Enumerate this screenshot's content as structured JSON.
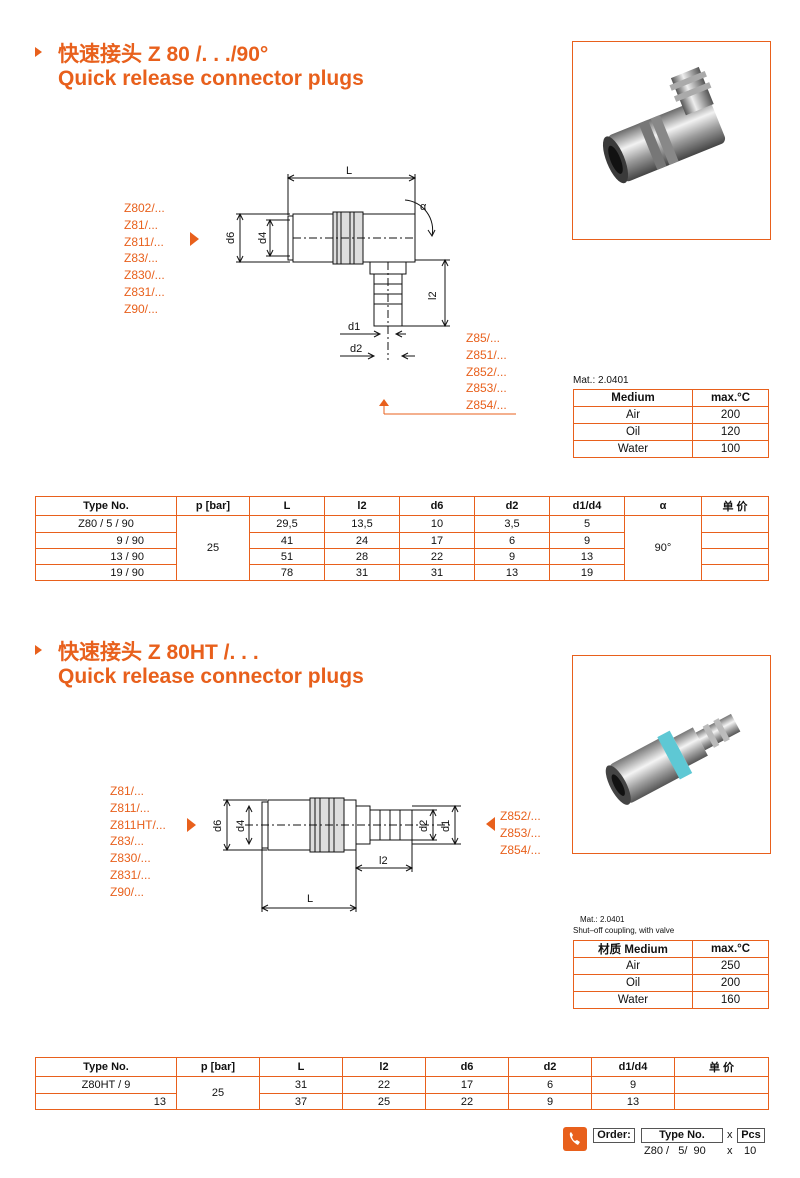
{
  "section1": {
    "title_cn": "快速接头 Z 80 /. . ./90°",
    "title_en": "Quick release connector plugs",
    "left_codes": [
      "Z802/...",
      "Z81/...",
      "Z811/...",
      "Z83/...",
      "Z830/...",
      "Z831/...",
      "Z90/..."
    ],
    "right_codes": [
      "Z85/...",
      "Z851/...",
      "Z852/...",
      "Z853/...",
      "Z854/..."
    ],
    "dims": {
      "L": "L",
      "d6": "d6",
      "d4": "d4",
      "l2": "l2",
      "d1": "d1",
      "d2": "d2",
      "alpha": "α"
    },
    "mat": "Mat.: 2.0401",
    "medium": {
      "headers": [
        "Medium",
        "max.°C"
      ],
      "rows": [
        [
          "Air",
          "200"
        ],
        [
          "Oil",
          "120"
        ],
        [
          "Water",
          "100"
        ]
      ]
    },
    "table": {
      "headers": [
        "Type No.",
        "p [bar]",
        "L",
        "l2",
        "d6",
        "d2",
        "d1/d4",
        "α",
        "单 价"
      ],
      "pressure": "25",
      "angle": "90°",
      "rows": [
        [
          "Z80 /   5 / 90",
          "29,5",
          "13,5",
          "10",
          "3,5",
          "5"
        ],
        [
          "9 / 90",
          "41",
          "24",
          "17",
          "6",
          "9"
        ],
        [
          "13 / 90",
          "51",
          "28",
          "22",
          "9",
          "13"
        ],
        [
          "19 / 90",
          "78",
          "31",
          "31",
          "13",
          "19"
        ]
      ]
    }
  },
  "section2": {
    "title_cn": "快速接头 Z 80HT /. . .",
    "title_en": "Quick release connector plugs",
    "left_codes": [
      "Z81/...",
      "Z811/...",
      "Z811HT/...",
      "Z83/...",
      "Z830/...",
      "Z831/...",
      "Z90/..."
    ],
    "right_codes": [
      "Z852/...",
      "Z853/...",
      "Z854/..."
    ],
    "dims": {
      "L": "L",
      "d6": "d6",
      "d4": "d4",
      "l2": "l2",
      "d1": "d1",
      "d2": "d2"
    },
    "mat": "Mat.: 2.0401",
    "mat_note": "Shut–off coupling, with valve",
    "medium": {
      "headers": [
        "材质 Medium",
        "max.°C"
      ],
      "rows": [
        [
          "Air",
          "250"
        ],
        [
          "Oil",
          "200"
        ],
        [
          "Water",
          "160"
        ]
      ]
    },
    "table": {
      "headers": [
        "Type No.",
        "p [bar]",
        "L",
        "l2",
        "d6",
        "d2",
        "d1/d4",
        "单 价"
      ],
      "pressure": "25",
      "rows": [
        [
          "Z80HT / 9",
          "31",
          "22",
          "17",
          "6",
          "9"
        ],
        [
          "13",
          "37",
          "25",
          "22",
          "9",
          "13"
        ]
      ]
    }
  },
  "order": {
    "label": "Order:",
    "type_label": "Type No.",
    "x1": "x",
    "pcs": "Pcs",
    "example": "Z80 /   5/  90",
    "x2": "x",
    "qty": "10"
  },
  "colors": {
    "accent": "#e8601c"
  }
}
